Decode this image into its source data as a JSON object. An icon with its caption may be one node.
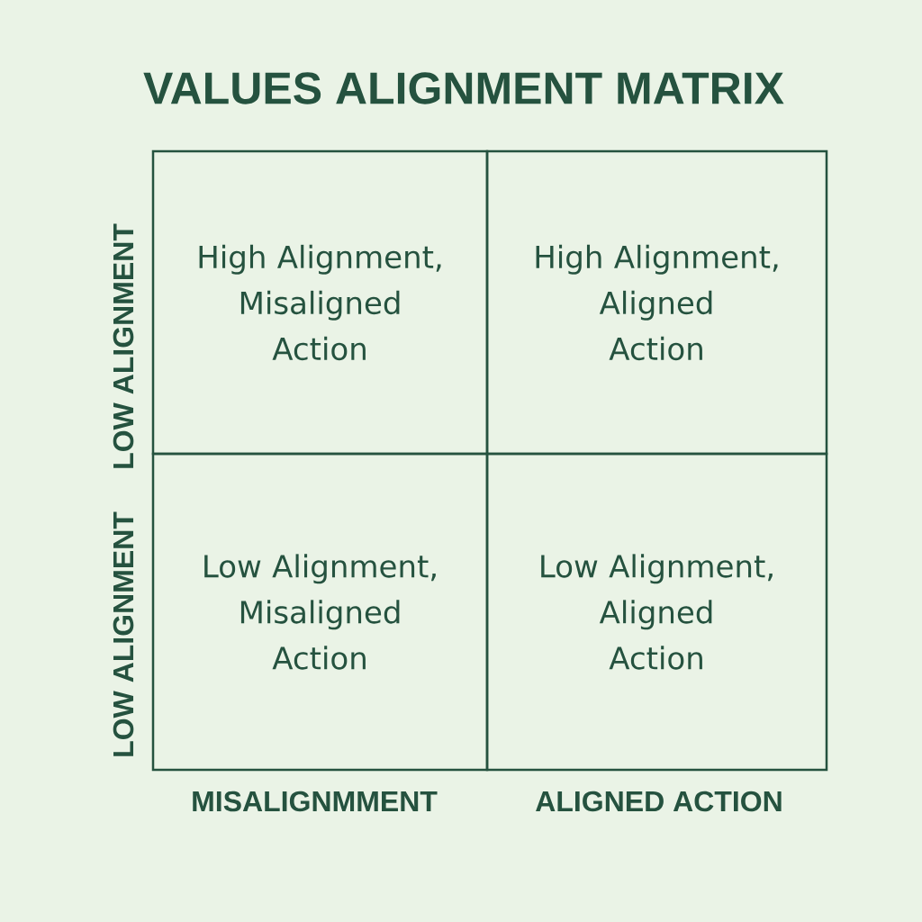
{
  "diagram": {
    "title": "VALUES ALIGNMENT MATRIX",
    "nodes": [
      {
        "text": [
          "High Alignment, Misaligned Action"
        ]
      },
      {
        "text": [
          "High Alignment, Aligned Action"
        ]
      },
      {
        "text": [
          "Low Alignment, Misaligned Action"
        ]
      },
      {
        "text": [
          "Low Alignment, Aligned Action"
        ]
      }
    ],
    "labels": [
      "LOW ALIGNMENT",
      "LOW ALIGNMENT",
      "MISALIGNMMENT",
      "ALIGNED ACTION"
    ]
  }
}
